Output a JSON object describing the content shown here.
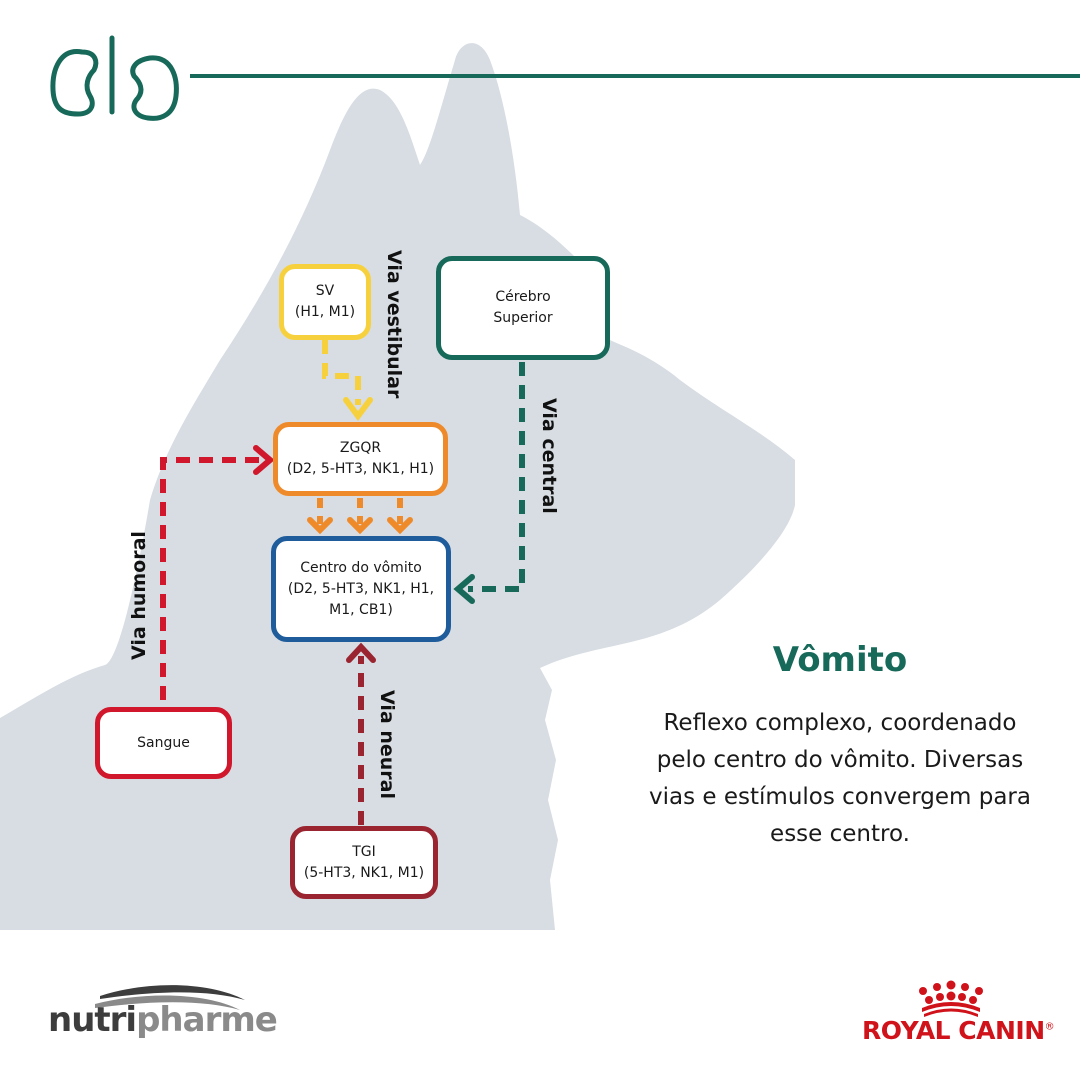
{
  "brand": {
    "logo_icon": "kidney-logo-icon",
    "accent_color": "#17695a"
  },
  "diagram": {
    "nodes": {
      "sv": {
        "line1": "SV",
        "line2": "(H1, M1)",
        "color": "#f7d13d"
      },
      "cerebro": {
        "line1": "Cérebro",
        "line2": "Superior",
        "color": "#17695a"
      },
      "zgqr": {
        "line1": "ZGQR",
        "line2": "(D2, 5-HT3, NK1, H1)",
        "color": "#ef8a2a"
      },
      "centro": {
        "line1": "Centro do vômito",
        "line2": "(D2, 5-HT3, NK1, H1,",
        "line3": "M1, CB1)",
        "color": "#1e5c9b"
      },
      "sangue": {
        "line1": "Sangue",
        "color": "#d0172c"
      },
      "tgi": {
        "line1": "TGI",
        "line2": "(5-HT3, NK1, M1)",
        "color": "#9a2530"
      }
    },
    "pathways": {
      "vestibular": "Via vestibular",
      "central": "Via central",
      "humoral": "Via humoral",
      "neural": "Via neural"
    }
  },
  "info": {
    "title": "Vômito",
    "description": "Reflexo complexo, coordenado pelo centro do vômito. Diversas vias e estímulos convergem para esse centro."
  },
  "footer": {
    "nutripharme_dark": "nutri",
    "nutripharme_light": "pharme",
    "royal_canin": "ROYAL CANIN",
    "registered_mark": "®"
  }
}
